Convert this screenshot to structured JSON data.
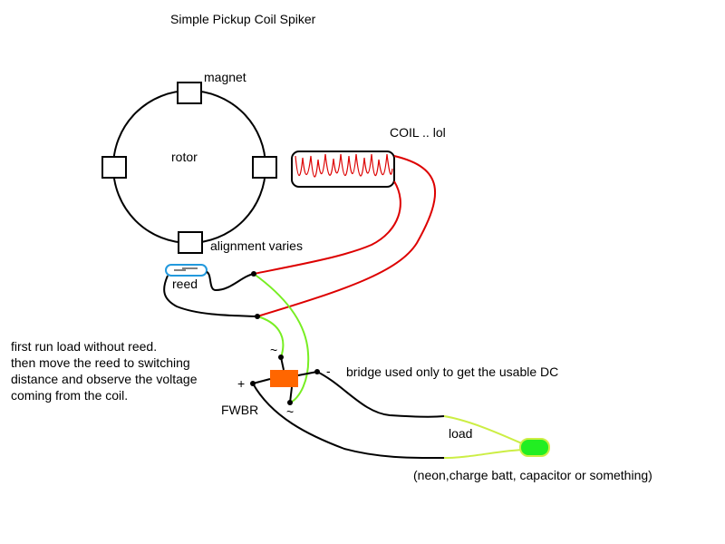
{
  "title": "Simple Pickup Coil Spiker",
  "labels": {
    "magnet": "magnet",
    "rotor": "rotor",
    "alignment": "alignment varies",
    "coil": "COIL .. lol",
    "reed": "reed",
    "bridge": "FWBR",
    "load": "load",
    "bridge_note": "bridge used only to get the usable DC",
    "load_note": "(neon,charge batt, capacitor or something)",
    "plus": "+",
    "minus": "-",
    "ac_top": "~",
    "ac_bottom": "~"
  },
  "instructions": [
    "first run load without reed.",
    "then move the reed to switching",
    "distance and observe the voltage",
    "coming from the coil."
  ],
  "colors": {
    "wire": "#000000",
    "coil_wire": "#dd0000",
    "ac_wire": "#77ee22",
    "load_wire": "#ccee44",
    "bridge": "#ff6600",
    "load_fill": "#22ee22",
    "reed_outline": "#2299dd"
  }
}
